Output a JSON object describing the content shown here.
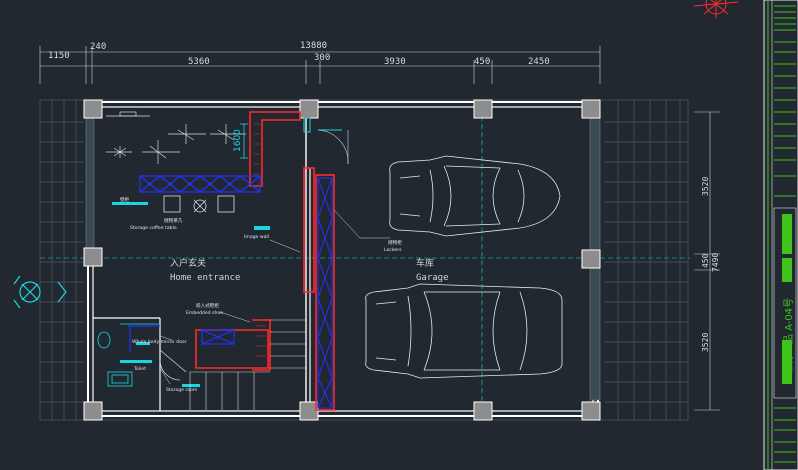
{
  "dimensions": {
    "overall": "13880",
    "top_left_a": "1150",
    "top_left_b": "240",
    "seg_1": "5360",
    "seg_2": "300",
    "seg_3": "3930",
    "seg_4": "450",
    "seg_5": "2450",
    "right_upper": "3520",
    "right_mid": "450",
    "right_total": "7490",
    "right_lower": "3520"
  },
  "rooms": {
    "entrance_cn": "入户玄关",
    "entrance_en": "Home entrance",
    "garage_cn": "车库",
    "garage_en": "Garage"
  },
  "labels": {
    "coffee_cn": "储物茶几",
    "coffee_en": "Storage coffee table",
    "image_wall": "Image wall",
    "lockers_cn": "储物柜",
    "lockers_en": "Lockers",
    "embedded_cn": "嵌入式鞋柜",
    "embedded_en": "Embedded shoe",
    "mirror_door": "Whole body mirror door",
    "toilet": "Toilet",
    "storage_room": "Storage room",
    "stair_height": "1600",
    "top_label_cn": "壁柜"
  },
  "title_block": {
    "project": "江苏一品 A-04号"
  },
  "colors": {
    "background": "#212830",
    "wall": "#ffffff",
    "cyan": "#19d6e0",
    "red": "#ff2a2a",
    "blue": "#2233ff",
    "green": "#3ec41a",
    "column": "#8d8d8d"
  }
}
